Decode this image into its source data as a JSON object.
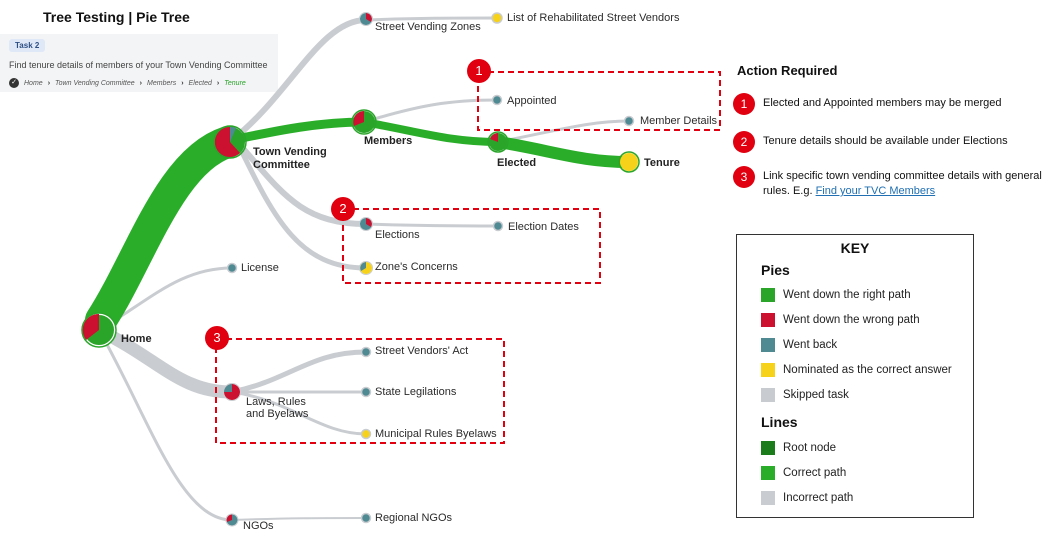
{
  "title": "Tree Testing | Pie Tree",
  "task": {
    "chip": "Task 2",
    "text": "Find tenure details of members of your Town Vending Committee",
    "breadcrumb": [
      "Home",
      "Town Vending Committee",
      "Members",
      "Elected",
      "Tenure"
    ]
  },
  "colors": {
    "right": "#2aa52a",
    "wrong": "#cc1130",
    "back": "#4f8a93",
    "nominated": "#f6d31a",
    "skipped": "#c8cbcf",
    "root_line": "#1b7c1b",
    "correct_line": "#2aae2a",
    "incorrect_line": "#c9ccd0",
    "callout": "#e0000f"
  },
  "nodes": {
    "home": "Home",
    "tvc": [
      "Town Vending",
      "Committee"
    ],
    "svz": "Street Vending Zones",
    "list_rehab": "List of Rehabilitated Street Vendors",
    "members": "Members",
    "appointed": "Appointed",
    "member_details": "Member Details",
    "elected": "Elected",
    "tenure": "Tenure",
    "elections": "Elections",
    "election_dates": "Election Dates",
    "zones_concerns": "Zone's Concerns",
    "license": "License",
    "laws": [
      "Laws, Rules",
      "and Byelaws"
    ],
    "sva": "Street Vendors' Act",
    "state_leg": "State Legilations",
    "municipal": "Municipal Rules Byelaws",
    "ngos": "NGOs",
    "regional_ngos": "Regional NGOs"
  },
  "callouts": [
    "1",
    "2",
    "3"
  ],
  "action": {
    "title": "Action Required",
    "items": [
      {
        "num": "1",
        "text": "Elected  and Appointed members  may be merged"
      },
      {
        "num": "2",
        "text": "Tenure details should be available under Elections"
      },
      {
        "num": "3",
        "text": "Link specific town vending committee details with general rules. E.g. ",
        "link": "Find your TVC Members"
      }
    ]
  },
  "key": {
    "title": "KEY",
    "pies_head": "Pies",
    "pies": [
      {
        "label": "Went down the right path",
        "color": "#2aa52a"
      },
      {
        "label": "Went down the wrong path",
        "color": "#cc1130"
      },
      {
        "label": "Went back",
        "color": "#4f8a93"
      },
      {
        "label": "Nominated as the correct answer",
        "color": "#f6d31a"
      },
      {
        "label": "Skipped task",
        "color": "#c8cbcf"
      }
    ],
    "lines_head": "Lines",
    "lines": [
      {
        "label": "Root node",
        "color": "#1b7c1b"
      },
      {
        "label": "Correct path",
        "color": "#2aae2a"
      },
      {
        "label": "Incorrect path",
        "color": "#c9ccd0"
      }
    ]
  }
}
